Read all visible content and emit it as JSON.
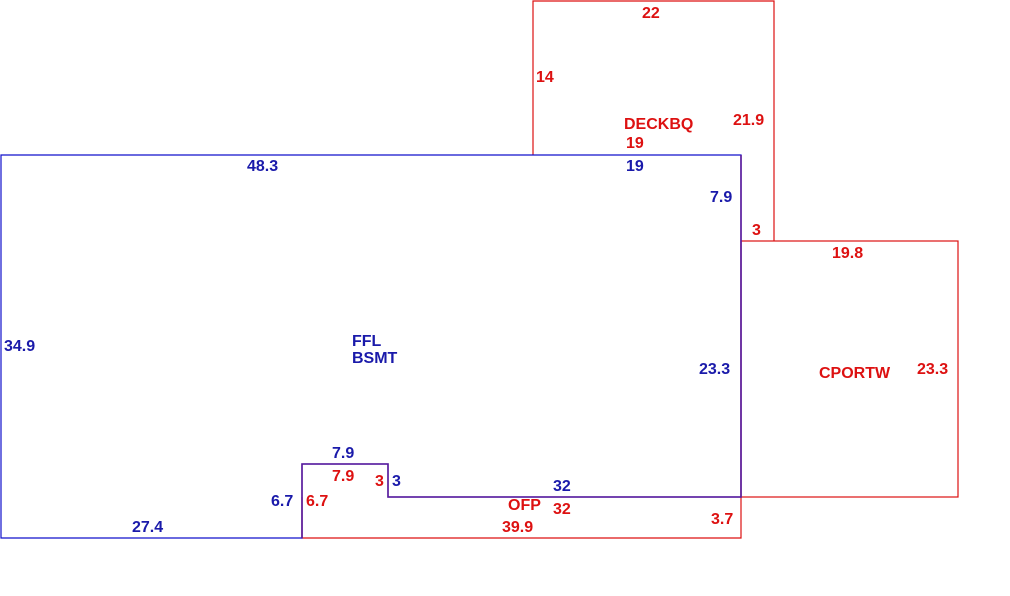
{
  "colors": {
    "main_structure": "#1010cc",
    "additions": "#dd1111",
    "shared_wall": "#5a1a9a"
  },
  "areas": {
    "main": {
      "label_line1": "FFL",
      "label_line2": "BSMT"
    },
    "deck": {
      "label": "DECKBQ"
    },
    "carport": {
      "label": "CPORTW"
    },
    "porch": {
      "label": "OFP"
    }
  },
  "dimensions": {
    "main_top": "48.3",
    "main_left": "34.9",
    "main_bottom": "27.4",
    "main_right_upper": "7.9",
    "main_right_lower": "23.3",
    "main_notch_left": "6.7",
    "main_notch_top": "7.9",
    "main_notch_right": "3",
    "main_bottom_right": "32",
    "main_top_segment": "19",
    "deck_top": "22",
    "deck_left": "14",
    "deck_right": "21.9",
    "deck_bottom": "19",
    "deck_step": "3",
    "carport_top": "19.8",
    "carport_right": "23.3",
    "porch_left": "6.7",
    "porch_notch_top": "7.9",
    "porch_notch_right": "3",
    "porch_top": "32",
    "porch_bottom": "39.9",
    "porch_right": "3.7"
  }
}
